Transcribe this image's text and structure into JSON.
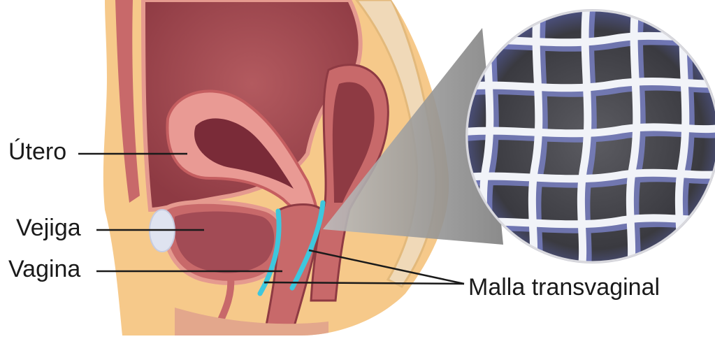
{
  "labels": {
    "utero": "Útero",
    "vejiga": "Vejiga",
    "vagina": "Vagina",
    "malla": "Malla transvaginal"
  },
  "colors": {
    "skin": "#f6c98a",
    "tissue": "#c8696a",
    "tissue_dark": "#8e3a43",
    "uterus_light": "#e99a94",
    "mesh_blue": "#3ec7dd",
    "magnifier_gray": "#9a9a9a",
    "mesh_fiber": "#f1f3f8",
    "mesh_shadow": "#7b83c9"
  }
}
